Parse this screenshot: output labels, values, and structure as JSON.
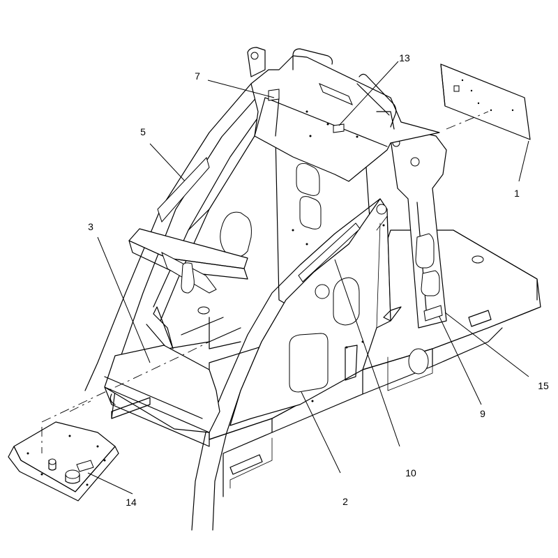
{
  "callouts": {
    "c1": "1",
    "c2": "2",
    "c3": "3",
    "c5": "5",
    "c7": "7",
    "c9": "9",
    "c10": "10",
    "c13": "13",
    "c14": "14",
    "c15": "15"
  }
}
